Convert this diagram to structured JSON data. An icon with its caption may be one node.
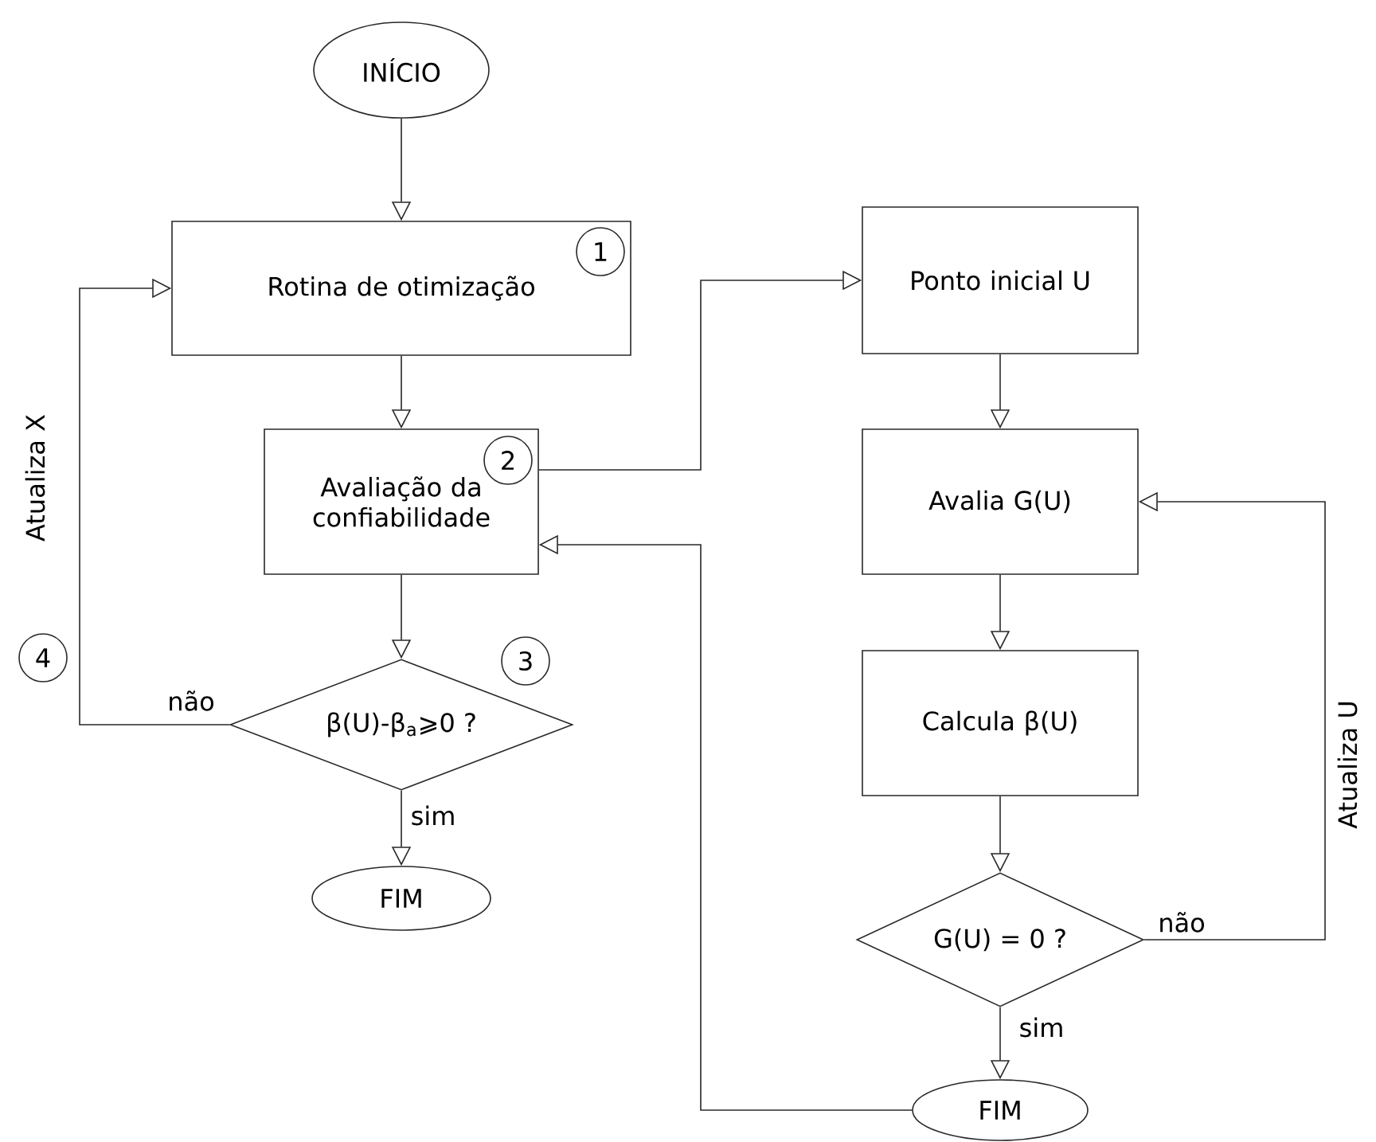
{
  "diagram": {
    "nodes": [
      {
        "text": [
          "INÍCIO"
        ]
      },
      {
        "text": [
          "Rotina de otimização"
        ]
      },
      {
        "text": [
          "1"
        ],
        "in": 1
      },
      {
        "text": [
          "Ponto inicial U"
        ]
      },
      {
        "text": [
          "Avaliação da confiabilidade"
        ]
      },
      {
        "text": [
          "2"
        ],
        "in": 4
      },
      {
        "text": [
          "Avalia G(U)"
        ]
      },
      {
        "text": [
          "4"
        ]
      },
      {
        "text": [
          "3"
        ]
      },
      {
        "text": [
          "β(U)-β$_{a}$⩾0 ?"
        ]
      },
      {
        "text": [
          "Calcula β(U)"
        ]
      },
      {
        "text": [
          "FIM"
        ]
      },
      {
        "text": [
          "G(U) = 0 ?"
        ]
      },
      {
        "text": [
          "FIM"
        ]
      }
    ],
    "edges": [
      {
        "from": 0,
        "to": 1,
        "arrow": "to"
      },
      {
        "from": 1,
        "to": 4,
        "arrow": "to"
      },
      {
        "from": 4,
        "to": 9,
        "arrow": "to"
      },
      {
        "from": 9,
        "to": 1,
        "arrow": "to",
        "label": "não"
      },
      {
        "from": 9,
        "to": 11,
        "arrow": "to",
        "label": "sim"
      },
      {
        "from": 4,
        "to": 3,
        "arrow": "to"
      },
      {
        "from": 3,
        "to": 6,
        "arrow": "to"
      },
      {
        "from": 6,
        "to": 10,
        "arrow": "to"
      },
      {
        "from": 10,
        "to": 12,
        "arrow": "to"
      },
      {
        "from": 12,
        "to": 6,
        "arrow": "to",
        "label": "não"
      },
      {
        "from": 12,
        "to": 13,
        "arrow": "to",
        "label": "sim"
      },
      {
        "from": 13,
        "to": 4,
        "arrow": "to"
      }
    ],
    "labels": [
      "Atualiza X",
      "Atualiza U"
    ]
  }
}
